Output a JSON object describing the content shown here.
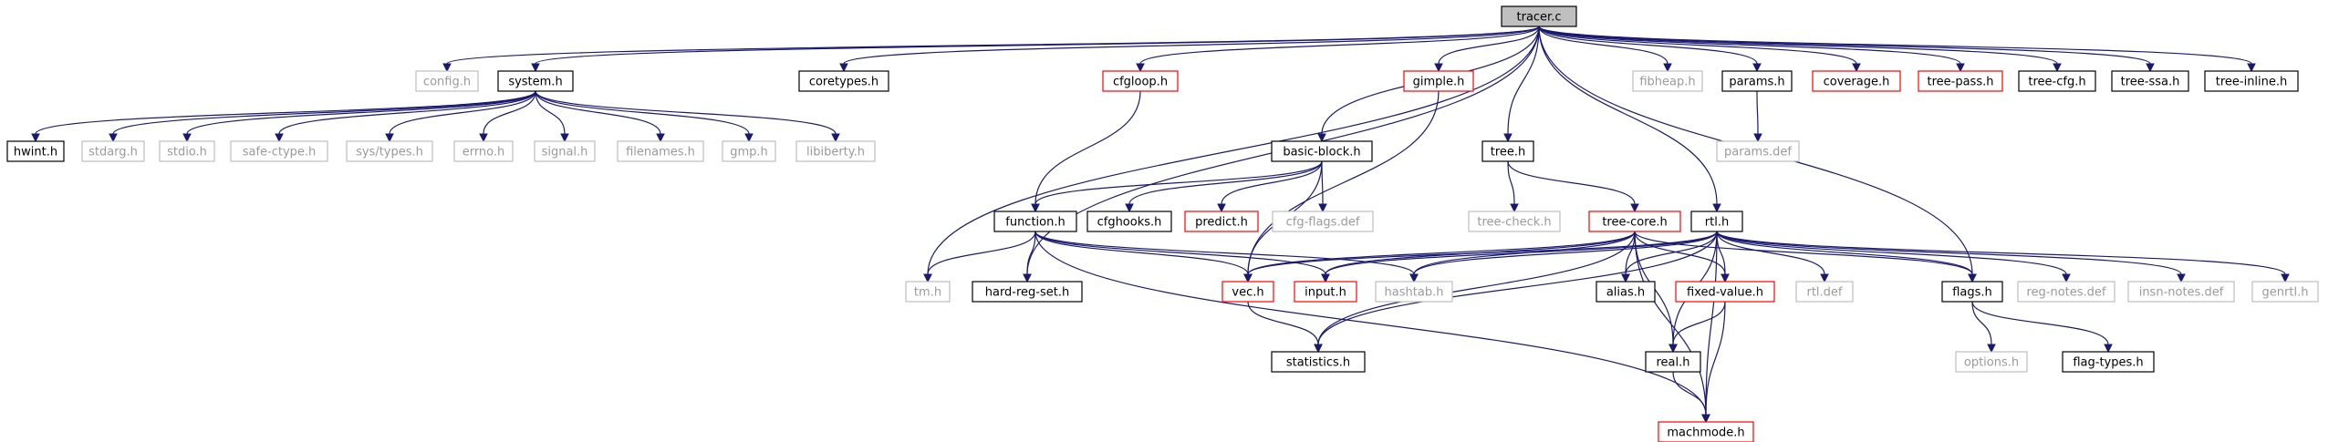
{
  "colors": {
    "edge": "#191970",
    "root_fill": "#bfbfbf",
    "border_documented": "#000000",
    "border_incomplete": "#ff0000",
    "border_undocumented": "#bfbfbf",
    "text_normal": "#000000",
    "text_undocumented": "#9a9a9a"
  },
  "nodes": [
    {
      "id": "tracer.c",
      "label": "tracer.c",
      "kind": "root"
    },
    {
      "id": "config.h",
      "label": "config.h",
      "kind": "undoc"
    },
    {
      "id": "system.h",
      "label": "system.h",
      "kind": "doc"
    },
    {
      "id": "coretypes.h",
      "label": "coretypes.h",
      "kind": "doc"
    },
    {
      "id": "cfgloop.h",
      "label": "cfgloop.h",
      "kind": "red"
    },
    {
      "id": "gimple.h",
      "label": "gimple.h",
      "kind": "red"
    },
    {
      "id": "fibheap.h",
      "label": "fibheap.h",
      "kind": "undoc"
    },
    {
      "id": "params.h",
      "label": "params.h",
      "kind": "doc"
    },
    {
      "id": "coverage.h",
      "label": "coverage.h",
      "kind": "red"
    },
    {
      "id": "tree-pass.h",
      "label": "tree-pass.h",
      "kind": "red"
    },
    {
      "id": "tree-cfg.h",
      "label": "tree-cfg.h",
      "kind": "doc"
    },
    {
      "id": "tree-ssa.h",
      "label": "tree-ssa.h",
      "kind": "doc"
    },
    {
      "id": "tree-inline.h",
      "label": "tree-inline.h",
      "kind": "doc"
    },
    {
      "id": "hwint.h",
      "label": "hwint.h",
      "kind": "doc"
    },
    {
      "id": "stdarg.h",
      "label": "stdarg.h",
      "kind": "undoc"
    },
    {
      "id": "stdio.h",
      "label": "stdio.h",
      "kind": "undoc"
    },
    {
      "id": "safe-ctype.h",
      "label": "safe-ctype.h",
      "kind": "undoc"
    },
    {
      "id": "sys/types.h",
      "label": "sys/types.h",
      "kind": "undoc"
    },
    {
      "id": "errno.h",
      "label": "errno.h",
      "kind": "undoc"
    },
    {
      "id": "signal.h",
      "label": "signal.h",
      "kind": "undoc"
    },
    {
      "id": "filenames.h",
      "label": "filenames.h",
      "kind": "undoc"
    },
    {
      "id": "gmp.h",
      "label": "gmp.h",
      "kind": "undoc"
    },
    {
      "id": "libiberty.h",
      "label": "libiberty.h",
      "kind": "undoc"
    },
    {
      "id": "basic-block.h",
      "label": "basic-block.h",
      "kind": "doc"
    },
    {
      "id": "tree.h",
      "label": "tree.h",
      "kind": "doc"
    },
    {
      "id": "params.def",
      "label": "params.def",
      "kind": "undoc"
    },
    {
      "id": "function.h",
      "label": "function.h",
      "kind": "doc"
    },
    {
      "id": "cfghooks.h",
      "label": "cfghooks.h",
      "kind": "doc"
    },
    {
      "id": "predict.h",
      "label": "predict.h",
      "kind": "red"
    },
    {
      "id": "cfg-flags.def",
      "label": "cfg-flags.def",
      "kind": "undoc"
    },
    {
      "id": "tree-check.h",
      "label": "tree-check.h",
      "kind": "undoc"
    },
    {
      "id": "tree-core.h",
      "label": "tree-core.h",
      "kind": "red"
    },
    {
      "id": "rtl.h",
      "label": "rtl.h",
      "kind": "doc"
    },
    {
      "id": "tm.h",
      "label": "tm.h",
      "kind": "undoc"
    },
    {
      "id": "hard-reg-set.h",
      "label": "hard-reg-set.h",
      "kind": "doc"
    },
    {
      "id": "vec.h",
      "label": "vec.h",
      "kind": "red"
    },
    {
      "id": "input.h",
      "label": "input.h",
      "kind": "red"
    },
    {
      "id": "hashtab.h",
      "label": "hashtab.h",
      "kind": "undoc"
    },
    {
      "id": "alias.h",
      "label": "alias.h",
      "kind": "doc"
    },
    {
      "id": "fixed-value.h",
      "label": "fixed-value.h",
      "kind": "red"
    },
    {
      "id": "rtl.def",
      "label": "rtl.def",
      "kind": "undoc"
    },
    {
      "id": "flags.h",
      "label": "flags.h",
      "kind": "doc"
    },
    {
      "id": "reg-notes.def",
      "label": "reg-notes.def",
      "kind": "undoc"
    },
    {
      "id": "insn-notes.def",
      "label": "insn-notes.def",
      "kind": "undoc"
    },
    {
      "id": "genrtl.h",
      "label": "genrtl.h",
      "kind": "undoc"
    },
    {
      "id": "statistics.h",
      "label": "statistics.h",
      "kind": "doc"
    },
    {
      "id": "real.h",
      "label": "real.h",
      "kind": "doc"
    },
    {
      "id": "options.h",
      "label": "options.h",
      "kind": "undoc"
    },
    {
      "id": "flag-types.h",
      "label": "flag-types.h",
      "kind": "doc"
    },
    {
      "id": "machmode.h",
      "label": "machmode.h",
      "kind": "red"
    }
  ],
  "edges": [
    [
      "tracer.c",
      "config.h"
    ],
    [
      "tracer.c",
      "system.h"
    ],
    [
      "tracer.c",
      "coretypes.h"
    ],
    [
      "tracer.c",
      "cfgloop.h"
    ],
    [
      "tracer.c",
      "gimple.h"
    ],
    [
      "tracer.c",
      "fibheap.h"
    ],
    [
      "tracer.c",
      "params.h"
    ],
    [
      "tracer.c",
      "coverage.h"
    ],
    [
      "tracer.c",
      "tree-pass.h"
    ],
    [
      "tracer.c",
      "tree-cfg.h"
    ],
    [
      "tracer.c",
      "tree-ssa.h"
    ],
    [
      "tracer.c",
      "tree-inline.h"
    ],
    [
      "tracer.c",
      "basic-block.h"
    ],
    [
      "tracer.c",
      "tree.h"
    ],
    [
      "tracer.c",
      "rtl.h"
    ],
    [
      "tracer.c",
      "tm.h"
    ],
    [
      "tracer.c",
      "hard-reg-set.h"
    ],
    [
      "tracer.c",
      "flags.h"
    ],
    [
      "system.h",
      "hwint.h"
    ],
    [
      "system.h",
      "stdarg.h"
    ],
    [
      "system.h",
      "stdio.h"
    ],
    [
      "system.h",
      "safe-ctype.h"
    ],
    [
      "system.h",
      "sys/types.h"
    ],
    [
      "system.h",
      "errno.h"
    ],
    [
      "system.h",
      "signal.h"
    ],
    [
      "system.h",
      "filenames.h"
    ],
    [
      "system.h",
      "gmp.h"
    ],
    [
      "system.h",
      "libiberty.h"
    ],
    [
      "params.h",
      "params.def"
    ],
    [
      "cfgloop.h",
      "function.h"
    ],
    [
      "gimple.h",
      "vec.h"
    ],
    [
      "basic-block.h",
      "function.h"
    ],
    [
      "basic-block.h",
      "cfghooks.h"
    ],
    [
      "basic-block.h",
      "predict.h"
    ],
    [
      "basic-block.h",
      "cfg-flags.def"
    ],
    [
      "basic-block.h",
      "vec.h"
    ],
    [
      "tree.h",
      "tree-check.h"
    ],
    [
      "tree.h",
      "tree-core.h"
    ],
    [
      "function.h",
      "tm.h"
    ],
    [
      "function.h",
      "hard-reg-set.h"
    ],
    [
      "function.h",
      "vec.h"
    ],
    [
      "function.h",
      "input.h"
    ],
    [
      "function.h",
      "hashtab.h"
    ],
    [
      "function.h",
      "machmode.h"
    ],
    [
      "tree-core.h",
      "vec.h"
    ],
    [
      "tree-core.h",
      "input.h"
    ],
    [
      "tree-core.h",
      "hashtab.h"
    ],
    [
      "tree-core.h",
      "alias.h"
    ],
    [
      "tree-core.h",
      "fixed-value.h"
    ],
    [
      "tree-core.h",
      "flags.h"
    ],
    [
      "tree-core.h",
      "statistics.h"
    ],
    [
      "tree-core.h",
      "real.h"
    ],
    [
      "tree-core.h",
      "machmode.h"
    ],
    [
      "rtl.h",
      "vec.h"
    ],
    [
      "rtl.h",
      "input.h"
    ],
    [
      "rtl.h",
      "hashtab.h"
    ],
    [
      "rtl.h",
      "alias.h"
    ],
    [
      "rtl.h",
      "fixed-value.h"
    ],
    [
      "rtl.h",
      "rtl.def"
    ],
    [
      "rtl.h",
      "flags.h"
    ],
    [
      "rtl.h",
      "reg-notes.def"
    ],
    [
      "rtl.h",
      "insn-notes.def"
    ],
    [
      "rtl.h",
      "genrtl.h"
    ],
    [
      "rtl.h",
      "statistics.h"
    ],
    [
      "rtl.h",
      "real.h"
    ],
    [
      "rtl.h",
      "machmode.h"
    ],
    [
      "vec.h",
      "statistics.h"
    ],
    [
      "fixed-value.h",
      "real.h"
    ],
    [
      "fixed-value.h",
      "machmode.h"
    ],
    [
      "real.h",
      "machmode.h"
    ],
    [
      "flags.h",
      "options.h"
    ],
    [
      "flags.h",
      "flag-types.h"
    ]
  ]
}
